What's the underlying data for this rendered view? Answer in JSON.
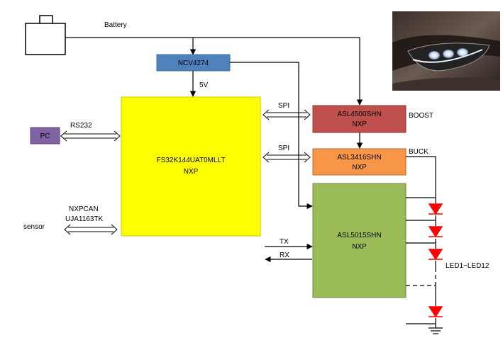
{
  "labels": {
    "battery": "Battery",
    "five_volt": "5V",
    "spi_top": "SPI",
    "spi_mid": "SPI",
    "rs232": "RS232",
    "nxpcan": "NXPCAN",
    "uja": "UJA1163TK",
    "sensor": "sensor",
    "tx": "TX",
    "rx": "RX",
    "boost": "BOOST",
    "buck": "BUCK",
    "leds": "LED1~LED12"
  },
  "blocks": {
    "ncv": {
      "name": "NCV4274",
      "color": "#4f81bd"
    },
    "mcu": {
      "name": "FS32K144UAT0MLLT",
      "vendor": "NXP",
      "color": "#ffff00"
    },
    "pc": {
      "name": "PC",
      "color": "#8064a2"
    },
    "asl4500": {
      "name": "ASL4500SHN",
      "vendor": "NXP",
      "color": "#c0504d"
    },
    "asl3416": {
      "name": "ASL3416SHN",
      "vendor": "NXP",
      "color": "#f79646"
    },
    "asl5015": {
      "name": "ASL5015SHN",
      "vendor": "NXP",
      "color": "#9bbb59"
    }
  },
  "colors": {
    "led": "#ff0000",
    "wire": "#000000"
  },
  "photo": {
    "subject": "car-headlight-photo"
  }
}
